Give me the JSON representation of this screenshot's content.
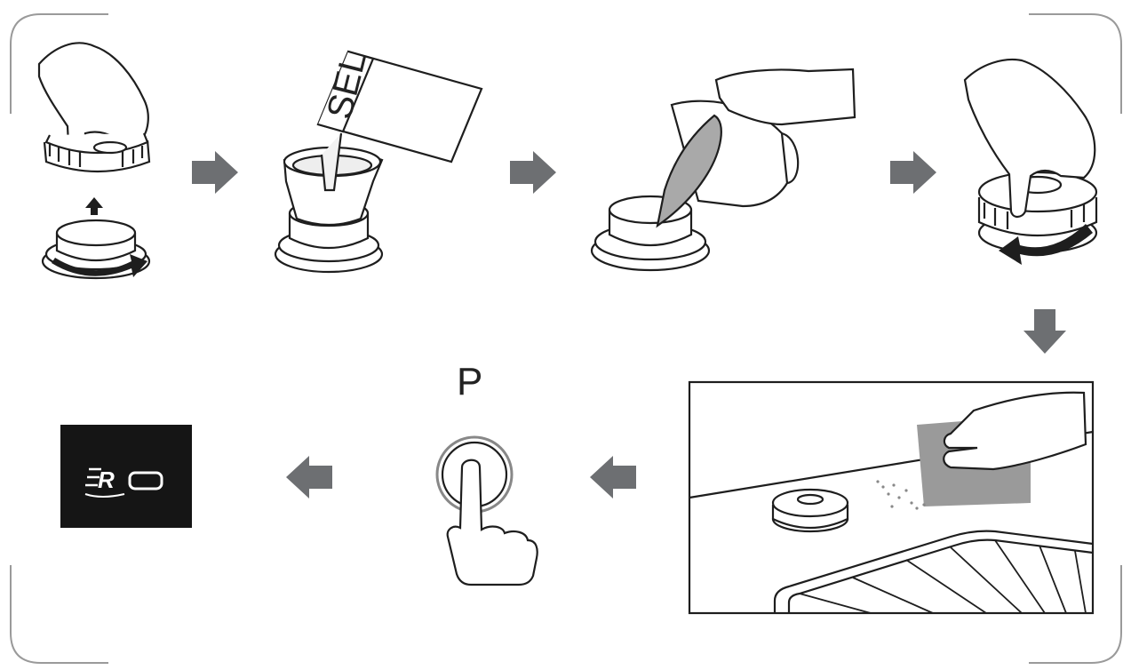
{
  "steps": [
    {
      "id": "unscrew-cap"
    },
    {
      "id": "pour-salt",
      "package_label": "SEL"
    },
    {
      "id": "pour-water"
    },
    {
      "id": "screw-cap"
    },
    {
      "id": "wipe-spilled-salt"
    },
    {
      "id": "press-program",
      "button_label": "P"
    },
    {
      "id": "indicator-display",
      "indicator_glyph": "R"
    }
  ],
  "colors": {
    "arrow": "#6d6f72",
    "line": "#1e1e1e",
    "water": "#a9a9a9",
    "cloth": "#9a9a9a",
    "display_bg": "#151515",
    "display_fg": "#ffffff"
  }
}
